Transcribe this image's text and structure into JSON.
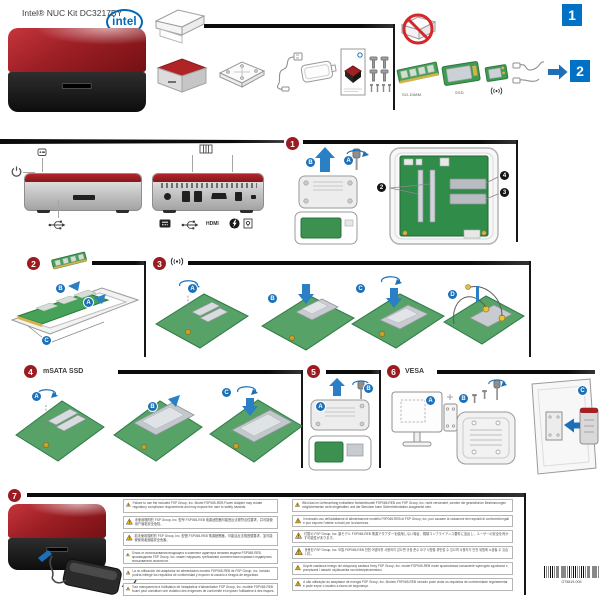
{
  "header": {
    "title": "Intel® NUC Kit DC3217BY",
    "logo_text": "intel",
    "page_badge": "1"
  },
  "kit": {
    "so_dimm_label": "SO-DIMM",
    "ssd_label": "SSD",
    "next_page_badge": "2"
  },
  "rear_ports": {
    "hdmi_label": "HDMI"
  },
  "steps": {
    "s1": "1",
    "s2": "2",
    "s3": "3",
    "s4": "4",
    "s4_label": "mSATA SSD",
    "s5": "5",
    "s6": "6",
    "s6_label": "VESA",
    "s7": "7"
  },
  "callouts": {
    "a": "A",
    "b": "B",
    "c": "C",
    "d": "D"
  },
  "board_callouts": {
    "slots": "2",
    "ram_lower": "3",
    "ram_upper": "4"
  },
  "warnings": {
    "left": [
      "Failure to use the included FSP Group, Inc. Model FSP065-REB Power Adapter may violate regulatory compliance requirements and may expose the user to safety hazards.",
      "未使用随附的 FSP Group, Inc. 型号 FSP065-REB 电源适配器可能违反法规符合性要求，并可能使用户面临安全危险。",
      "若未使用隨附的 FSP Group, Inc. 型號 FSP065-REB 電源變壓器，可能違反法規遵循要求，並可能使使用者面臨安全危害。",
      "Отказ от использования входящего в комплект адаптера питания модели FSP065-REB производства FSP Group, Inc. может нарушать требования соответствия нормам и подвергать пользователя опасности.",
      "La no utilización del adaptador de alimentación modelo FSP065-REB de FSP Group, Inc. incluido podría infringir los requisitos de conformidad y exponer al usuario a riesgos de seguridad.",
      "Tout manquement à l'utilisation de l'adaptateur d'alimentation FSP Group, Inc. modèle FSP065-REB fourni peut constituer une violation des exigences de conformité et exposer l'utilisateur à des risques."
    ],
    "right": [
      "Wird das im Lieferumfang enthaltene Netzteilmodell FSP065-REB von FSP Group, Inc. nicht verwendet, werden die gesetzlichen Bestimmungen möglicherweise nicht eingehalten und der Benutzer kann Sicherheitsrisiken ausgesetzt sein.",
      "Il mancato uso dell'adattatore di alimentazione modello FSP065-REB di FSP Group, Inc. può causare la violazione dei requisiti di conformità legali e può esporre l'utente a rischi per la sicurezza.",
      "付属の FSP Group, Inc. 製モデル FSP065-REB 電源アダプターを使用しない場合、規制コンプライアンス要件に違反し、ユーザーの安全を脅かす可能性があります。",
      "동봉된 FSP Group, Inc. 모델 FSP065-REB 전원 어댑터를 사용하지 않으면 규정 준수 요구 사항을 위반할 수 있으며 사용자가 안전 위험에 노출될 수 있습니다。",
      "Użycie zasilacza innego niż dołączony zasilacz firmy FSP Group, Inc. model FSP065-REB może spowodować naruszenie wymogów zgodności z przepisami i narazić użytkownika na niebezpieczeństwo.",
      "A não utilização do adaptador de energia FSP Group, Inc. Modelo FSP065-REB incluído pode violar os requisitos de conformidade regulamentar e pode expor o usuário a riscos de segurança."
    ]
  },
  "footer": {
    "barcode_number": "G75819-005"
  },
  "colors": {
    "intel_blue": "#0068b5",
    "page_badge_blue": "#0071c5",
    "step_badge_red": "#9a1b20",
    "callout_blue": "#1d70b8",
    "pcb_green": "#3c9150",
    "warning_yellow": "#f6b90c",
    "chassis_red": "#9c1f25"
  }
}
